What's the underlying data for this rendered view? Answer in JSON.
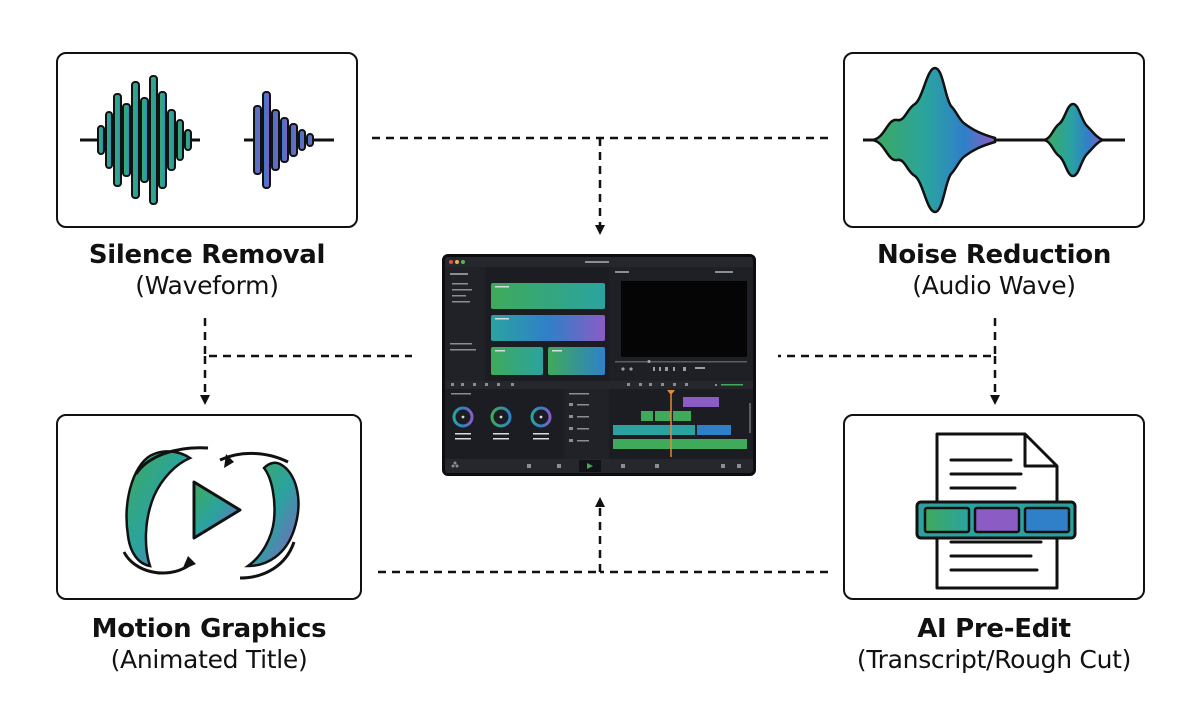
{
  "cards": {
    "silence": {
      "title": "Silence Removal",
      "subtitle": "(Waveform)",
      "icon": "waveform-icon"
    },
    "noise": {
      "title": "Noise Reduction",
      "subtitle": "(Audio Wave)",
      "icon": "audio-wave-icon"
    },
    "motion": {
      "title": "Motion Graphics",
      "subtitle": "(Animated Title)",
      "icon": "play-loop-icon"
    },
    "preedit": {
      "title": "AI Pre-Edit",
      "subtitle": "(Transcript/Rough Cut)",
      "icon": "transcript-document-icon"
    }
  },
  "colors": {
    "green": "#3faa5a",
    "teal": "#2aa3a0",
    "blue": "#2f80c8",
    "purple": "#8a5cc4",
    "app_bg": "#1d1f24",
    "ink": "#111111"
  }
}
